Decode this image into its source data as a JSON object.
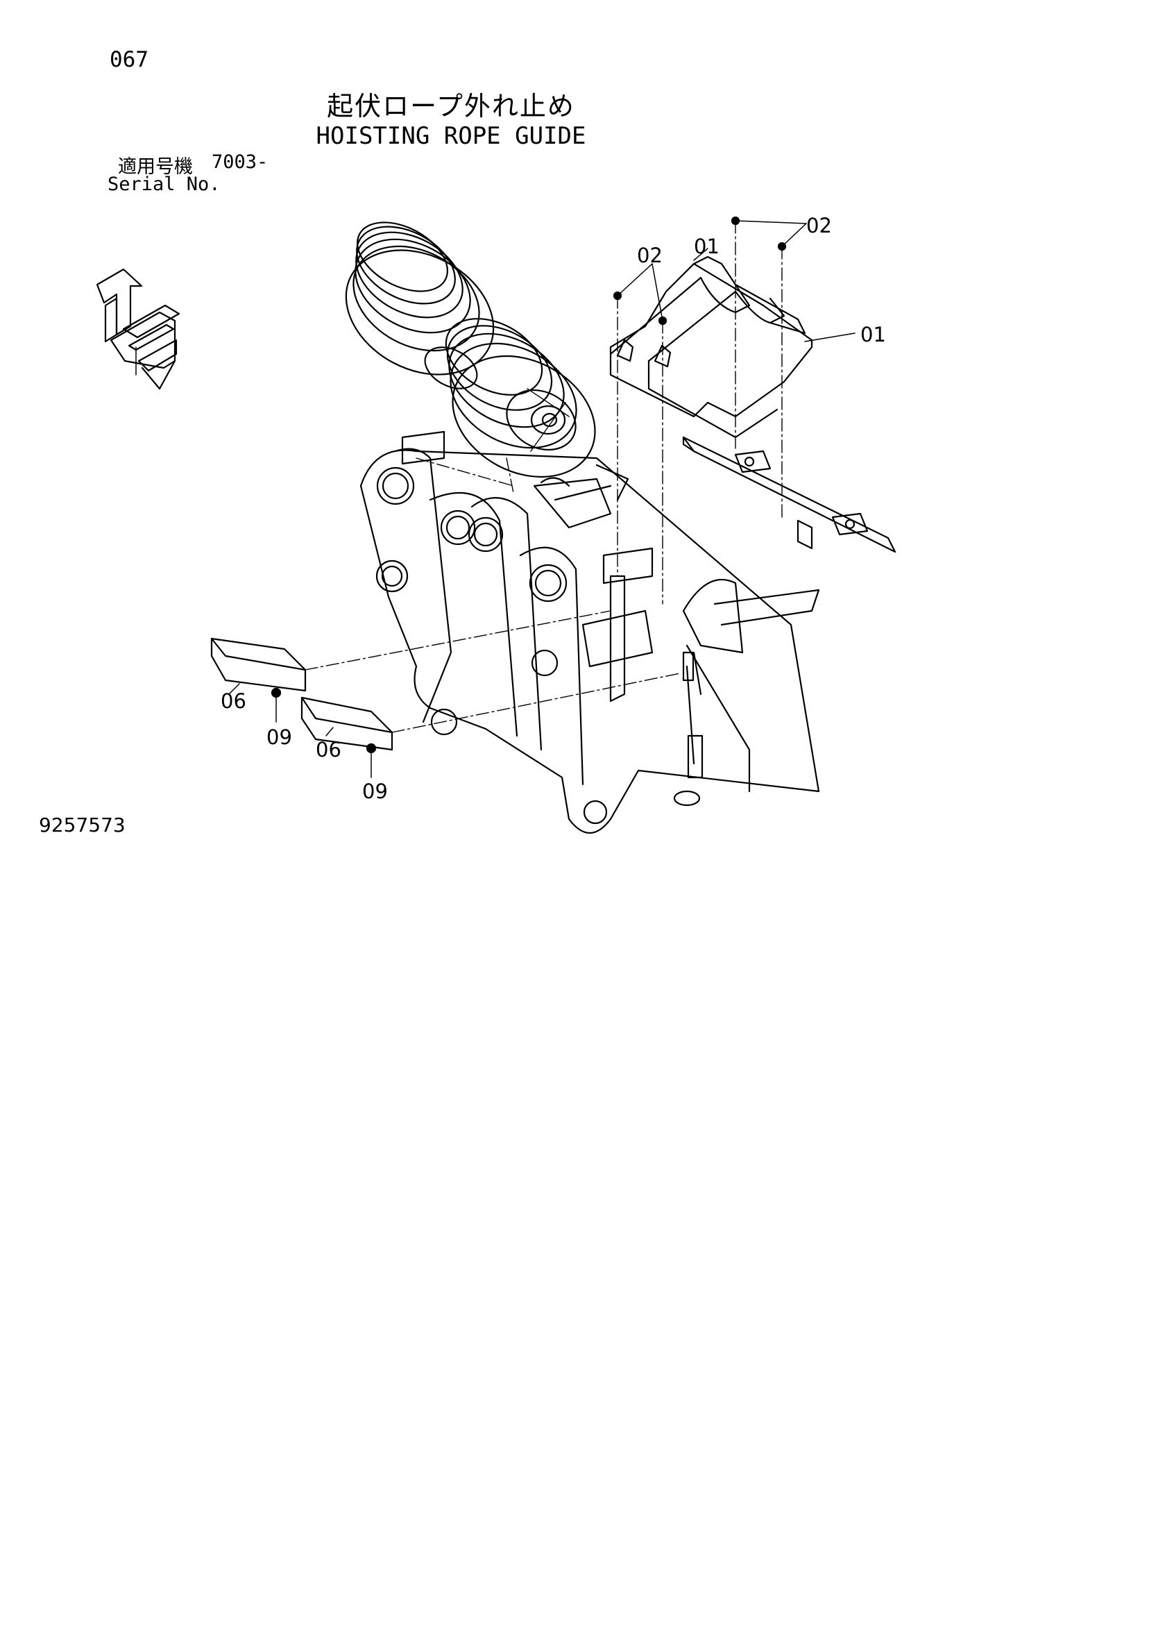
{
  "page_number": "067",
  "title_jp": "起伏ロープ外れ止め",
  "title_en": "HOISTING ROPE GUIDE",
  "serial": {
    "label_jp": "適用号機",
    "value": "7003-",
    "label_en": "Serial No."
  },
  "callouts": {
    "c1": "01",
    "c2": "01",
    "c3": "02",
    "c4": "02",
    "c5": "06",
    "c6": "06",
    "c7": "09",
    "c8": "09"
  },
  "drawing_number": "9257573",
  "colors": {
    "ink": "#000000",
    "paper": "#ffffff"
  }
}
